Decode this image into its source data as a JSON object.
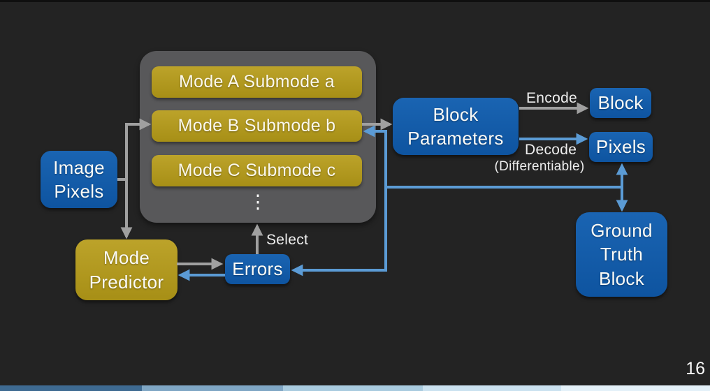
{
  "slide": {
    "page_number": "16",
    "colors": {
      "background": "#232323",
      "node_blue": "#1157a6",
      "node_gold": "#b2991d",
      "mode_container_gray": "#58585a",
      "arrow_gray": "#a0a0a0",
      "arrow_blue": "#5b9bd5",
      "text_white": "#fbfbf7"
    },
    "progress_bar": {
      "segment_colors": [
        "#3e6a91",
        "#7fa6c4",
        "#a9cbdf",
        "#cbe2f0",
        "#e4f1f9"
      ]
    }
  },
  "modes": {
    "items": [
      {
        "label": "Mode A Submode a"
      },
      {
        "label": "Mode B Submode b"
      },
      {
        "label": "Mode C Submode c"
      }
    ],
    "ellipsis": "⋮"
  },
  "nodes": {
    "image_pixels": "Image Pixels",
    "mode_predictor": "Mode Predictor",
    "errors": "Errors",
    "block_parameters": "Block Parameters",
    "block": "Block",
    "pixels": "Pixels",
    "ground_truth_block": "Ground Truth Block"
  },
  "edge_labels": {
    "encode": "Encode",
    "decode": "Decode",
    "differentiable": "(Differentiable)",
    "select": "Select"
  }
}
